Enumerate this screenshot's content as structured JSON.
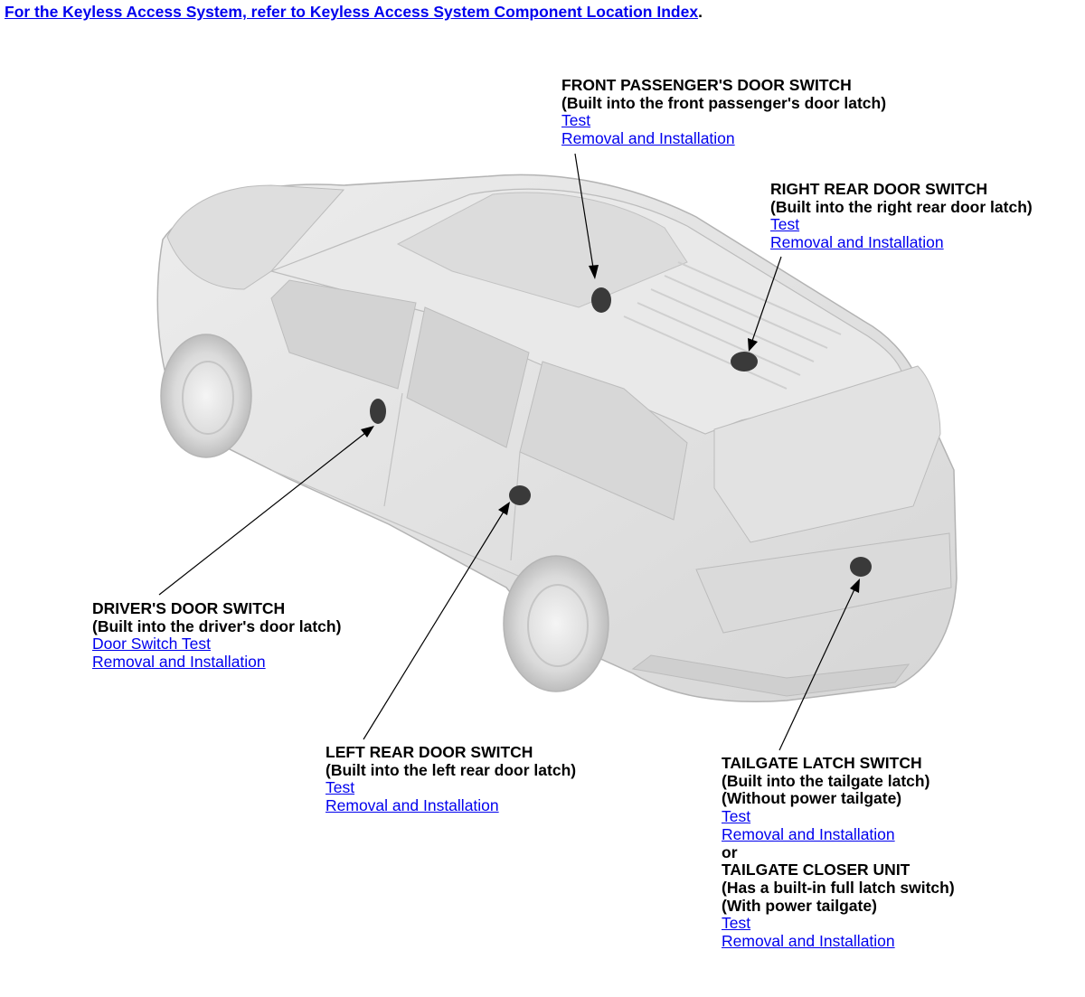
{
  "header": {
    "link_text": "For the Keyless Access System, refer to Keyless Access System Component Location Index",
    "period": "."
  },
  "callouts": {
    "front_passenger": {
      "title": "FRONT PASSENGER'S DOOR SWITCH",
      "subtitle": "(Built into the front passenger's door latch)",
      "links": [
        "Test",
        "Removal and Installation"
      ]
    },
    "right_rear": {
      "title": "RIGHT REAR DOOR SWITCH",
      "subtitle": "(Built into the right rear door latch)",
      "links": [
        "Test",
        "Removal and Installation"
      ]
    },
    "driver": {
      "title": "DRIVER'S DOOR SWITCH",
      "subtitle": "(Built into the driver's door latch)",
      "links": [
        "Door Switch Test",
        "Removal and Installation"
      ]
    },
    "left_rear": {
      "title": "LEFT REAR DOOR SWITCH",
      "subtitle": "(Built into the left rear door latch)",
      "links": [
        "Test",
        "Removal and Installation"
      ]
    },
    "tailgate": {
      "title": "TAILGATE LATCH SWITCH",
      "subtitle": "(Built into the tailgate latch)",
      "note": "(Without power tailgate)",
      "links": [
        "Test",
        "Removal and Installation"
      ],
      "or_text": "or",
      "alt_title": "TAILGATE CLOSER UNIT",
      "alt_subtitle": "(Has a built-in full latch switch)",
      "alt_note": "(With power tailgate)",
      "alt_links": [
        "Test",
        "Removal and Installation"
      ]
    }
  },
  "colors": {
    "link": "#0000ee",
    "vehicle_body": "#e4e4e4",
    "vehicle_outline": "#b3b3b3",
    "switch_marker": "#3a3a3a"
  }
}
